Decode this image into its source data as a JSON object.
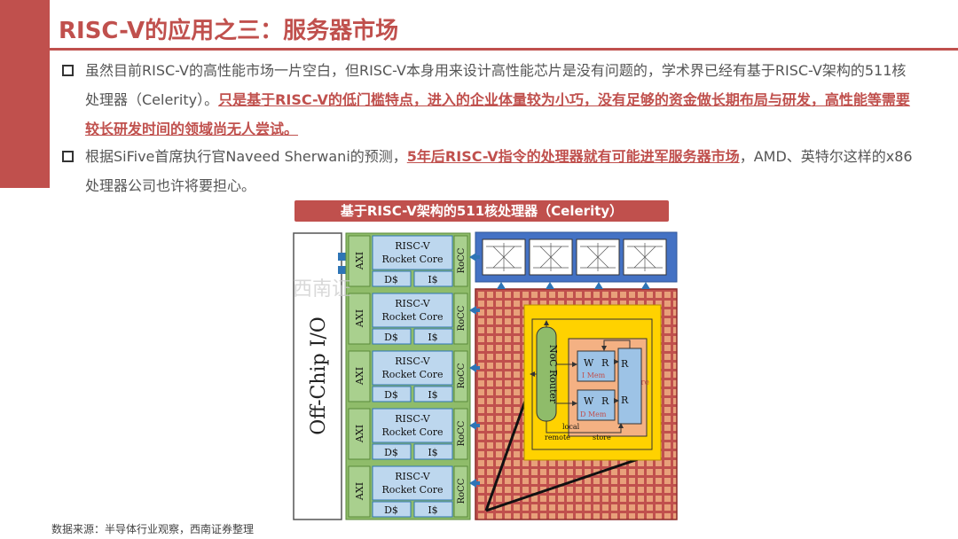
{
  "title": "RISC-V的应用之三：服务器市场",
  "bullets": [
    {
      "text_a": "虽然目前RISC-V的高性能市场一片空白，但RISC-V本身用来设计高性能芯片是没有问题的，学术界已经有基于RISC-V架构的511核处理器（Celerity）。",
      "emphasis": "只是基于RISC-V的低门槛特点，进入的企业体量较为小巧，没有足够的资金做长期布局与研发，高性能等需要较长研发时间的领域尚无人尝试。",
      "text_b": ""
    },
    {
      "text_a": "根据SiFive首席执行官Naveed Sherwani的预测，",
      "emphasis": "5年后RISC-V指令的处理器就有可能进军服务器市场",
      "text_b": "，AMD、英特尔这样的x86处理器公司也许将要担心。"
    }
  ],
  "figure": {
    "title": "基于RISC-V架构的511核处理器（Celerity）",
    "offchip_label": "Off-Chip I/O",
    "axi_label": "AXI",
    "rocc_label": "RoCC",
    "core_line1": "RISC-V",
    "core_line2": "Rocket Core",
    "dcache": "D$",
    "icache": "I$",
    "noc_router": "NoC Router",
    "w_label": "W",
    "r_label": "R",
    "imem_label": "I Mem",
    "dmem_label": "D Mem",
    "core_label": "Core",
    "local_label": "local",
    "remote_label": "remote",
    "store_label": "store",
    "watermark": "西南证"
  },
  "source": "数据来源：半导体行业观察，西南证券整理",
  "colors": {
    "accent": "#c0504d",
    "green": "#8fbc6a",
    "blue_panel": "#4472c4",
    "mesh": "#c0504d",
    "yellow": "#ffd200"
  }
}
